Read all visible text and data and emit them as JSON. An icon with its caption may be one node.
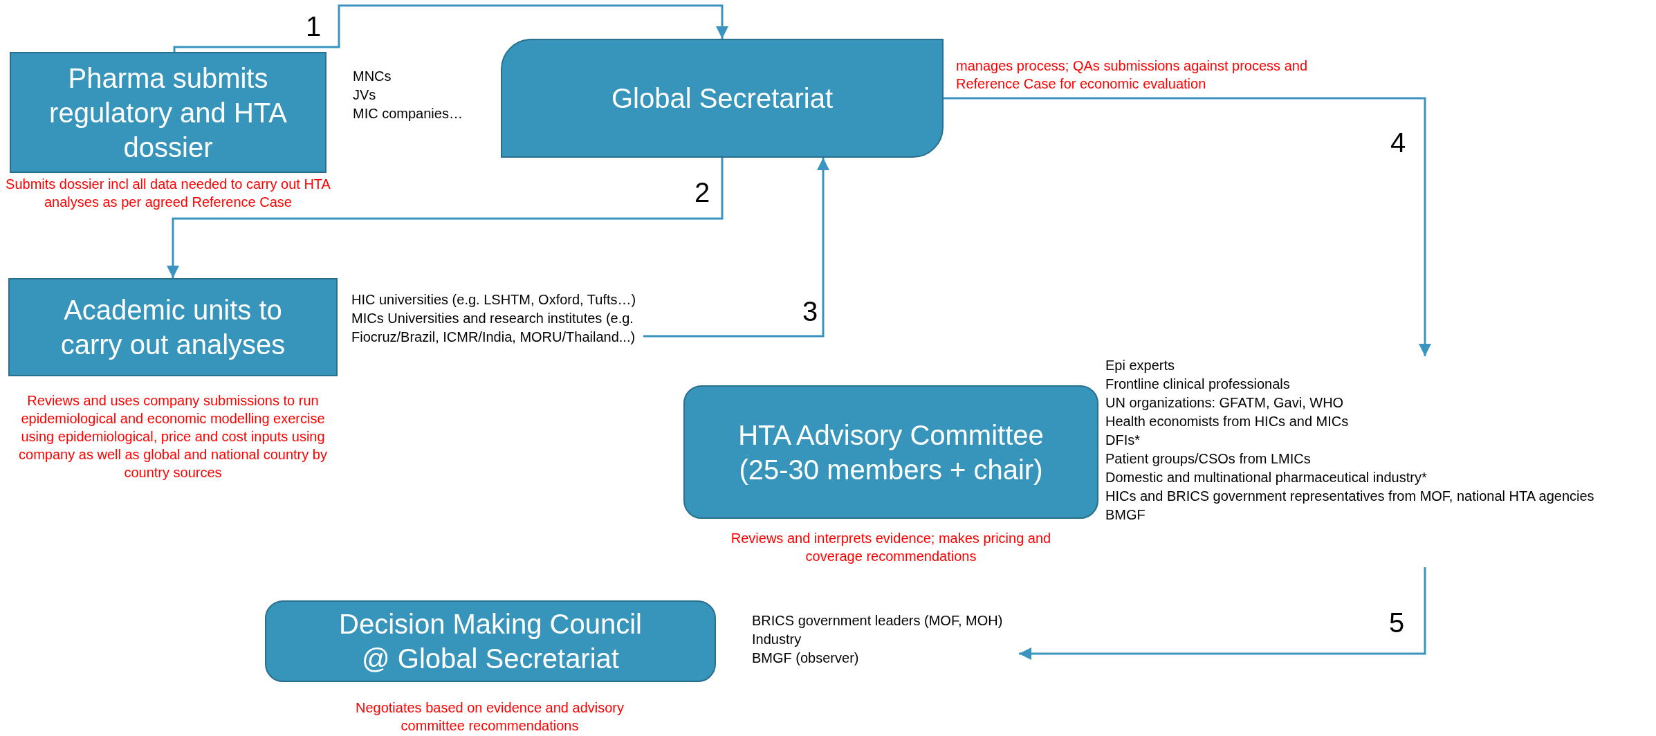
{
  "diagram": {
    "nodes": [
      {
        "text": [
          "Pharma submits regulatory and HTA dossier"
        ],
        "beside": [
          "MNCs",
          "JVs",
          "MIC companies…",
          "Submits dossier incl all data needed to carry out HTA analyses as per agreed Reference Case"
        ]
      },
      {
        "text": [
          "Global Secretariat"
        ],
        "beside": [
          "manages process; QAs submissions against process and Reference Case for economic evaluation"
        ]
      },
      {
        "text": [
          "Academic units to carry out analyses"
        ],
        "beside": [
          "HIC universities (e.g. LSHTM, Oxford, Tufts…)",
          "MICs Universities and research institutes (e.g. Fiocruz/Brazil, ICMR/India, MORU/Thailand...)",
          "Reviews and uses company submissions to run epidemiological and economic modelling exercise using epidemiological, price and cost inputs using company as well as global and national country by country sources"
        ]
      },
      {
        "text": [
          "HTA Advisory Committee (25-30 members + chair)"
        ],
        "beside": [
          "Epi experts",
          "Frontline clinical professionals",
          "UN organizations: GFATM, Gavi, WHO",
          "Health economists from HICs and MICs",
          "DFIs*",
          "Patient groups/CSOs from LMICs",
          "Domestic and multinational pharmaceutical industry*",
          "HICs and BRICS government representatives from MOF, national HTA agencies",
          "BMGF",
          "Reviews and interprets evidence; makes pricing and coverage recommendations"
        ]
      },
      {
        "text": [
          "Decision Making Council @ Global Secretariat"
        ],
        "beside": [
          "BRICS government leaders (MOF, MOH)",
          "Industry",
          "BMGF (observer)",
          "Negotiates based on evidence and advisory committee recommendations"
        ]
      }
    ],
    "edges": [
      {
        "from": 0,
        "to": 1,
        "arrow": "to",
        "label": "1"
      },
      {
        "from": 1,
        "to": 2,
        "arrow": "to",
        "label": "2"
      },
      {
        "from": 2,
        "to": 1,
        "arrow": "to",
        "label": "3"
      },
      {
        "from": 1,
        "to": 3,
        "arrow": "to",
        "label": "4"
      },
      {
        "from": 3,
        "to": 4,
        "arrow": "to",
        "label": "5"
      }
    ]
  }
}
